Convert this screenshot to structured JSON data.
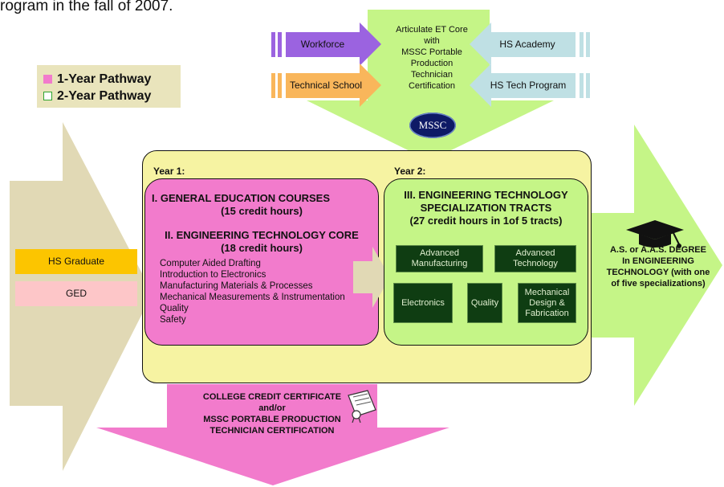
{
  "intro_text": "rogram in the fall of 2007.",
  "legend": {
    "items": [
      {
        "label": "1-Year Pathway"
      },
      {
        "label": "2-Year Pathway"
      }
    ]
  },
  "inputs": {
    "workforce": "Workforce",
    "technical_school": "Technical School",
    "hs_academy": "HS Academy",
    "hs_tech_program": "HS Tech Program"
  },
  "core": {
    "line1": "Articulate ET Core",
    "line2": "with",
    "line3": "MSSC Portable",
    "line4": "Production",
    "line5": "Technician",
    "line6": "Certification",
    "badge": "MSSC"
  },
  "year1": {
    "label": "Year 1:",
    "gen_ed_title": "I. GENERAL EDUCATION COURSES",
    "gen_ed_hours": "(15 credit hours)",
    "core_title": "II. ENGINEERING TECHNOLOGY CORE",
    "core_hours": "(18 credit hours)",
    "courses": [
      "Computer Aided Drafting",
      "Introduction to Electronics",
      "Manufacturing Materials & Processes",
      "Mechanical Measurements & Instrumentation",
      "Quality",
      "Safety"
    ]
  },
  "year2": {
    "label": "Year 2:",
    "title1": "III. ENGINEERING TECHNOLOGY",
    "title2": "SPECIALIZATION TRACTS",
    "hours": "(27 credit hours in 1of 5 tracts)",
    "tracts": [
      "Advanced Manufacturing",
      "Advanced Technology",
      "Electronics",
      "Quality",
      "Mechanical Design & Fabrication"
    ]
  },
  "entry": {
    "hs_graduate": "HS Graduate",
    "ged": "GED"
  },
  "degree": {
    "line1": "A.S. or A.A.S. DEGREE",
    "line2": "In ENGINEERING",
    "line3": "TECHNOLOGY (with one",
    "line4": "of five specializations)"
  },
  "certificate": {
    "line1": "COLLEGE CREDIT CERTIFICATE",
    "line2": "and/or",
    "line3": "MSSC PORTABLE PRODUCTION",
    "line4": "TECHNICIAN CERTIFICATION"
  },
  "colors": {
    "pink": "#f27bcc",
    "green": "#c5f587",
    "yellow": "#f6f3a2",
    "tan": "#e1d9b5",
    "dark_green": "#0f3d12",
    "navy": "#0e1a66",
    "purple": "#9b63e0",
    "orange": "#f9b65b",
    "light_blue": "#bfe0e4"
  }
}
